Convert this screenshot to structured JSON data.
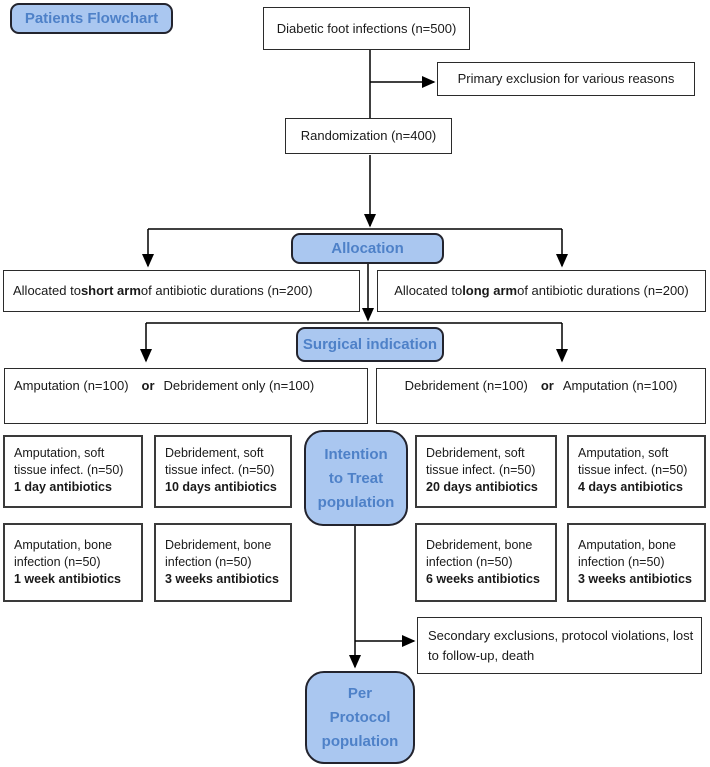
{
  "title": {
    "label": "Patients Flowchart"
  },
  "flow": {
    "top": {
      "label": "Diabetic foot infections (n=500)"
    },
    "primary_exclusion": {
      "label": "Primary exclusion for various reasons"
    },
    "randomization": {
      "label": "Randomization (n=400)"
    },
    "allocation": {
      "label": "Allocation"
    },
    "alloc_left": {
      "pre": "Allocated to ",
      "bold": "short arm",
      "post": " of antibiotic durations (n=200)"
    },
    "alloc_right": {
      "pre": "Allocated to ",
      "bold": "long arm",
      "post": " of antibiotic durations (n=200)"
    },
    "surgical": {
      "label": "Surgical indication"
    },
    "surg_left": {
      "a": "Amputation (n=100)",
      "or": "or",
      "b": "Debridement only (n=100)"
    },
    "surg_right": {
      "a": "Debridement (n=100)",
      "or": "or",
      "b": "Amputation (n=100)"
    },
    "itt": {
      "l1": "Intention",
      "l2": "to Treat",
      "l3": "population"
    },
    "cells": [
      {
        "l1": "Amputation, soft",
        "l2": "tissue infect. (n=50)",
        "bold": "1 day antibiotics"
      },
      {
        "l1": "Debridement, soft",
        "l2": "tissue infect. (n=50)",
        "bold": "10 days antibiotics"
      },
      {
        "l1": "Debridement, soft",
        "l2": "tissue infect. (n=50)",
        "bold": "20 days antibiotics"
      },
      {
        "l1": "Amputation, soft",
        "l2": "tissue infect. (n=50)",
        "bold": "4 days antibiotics"
      },
      {
        "l1": "Amputation, bone",
        "l2": "infection (n=50)",
        "bold": "1 week antibiotics"
      },
      {
        "l1": "Debridement, bone",
        "l2": "infection (n=50)",
        "bold": "3 weeks antibiotics"
      },
      {
        "l1": "Debridement, bone",
        "l2": "infection (n=50)",
        "bold": "6 weeks antibiotics"
      },
      {
        "l1": "Amputation, bone",
        "l2": "infection (n=50)",
        "bold": "3 weeks antibiotics"
      }
    ],
    "secondary_exclusion": {
      "l1": "Secondary exclusions, protocol violations, lost",
      "l2": "to follow-up, death"
    },
    "per_protocol": {
      "l1": "Per",
      "l2": "Protocol",
      "l3": "population"
    }
  },
  "colors": {
    "blue_fill": "#aac7f0",
    "blue_border": "#23242e",
    "blue_text": "#4e81c8",
    "line": "#000000",
    "box_border": "#2b2b2b"
  }
}
